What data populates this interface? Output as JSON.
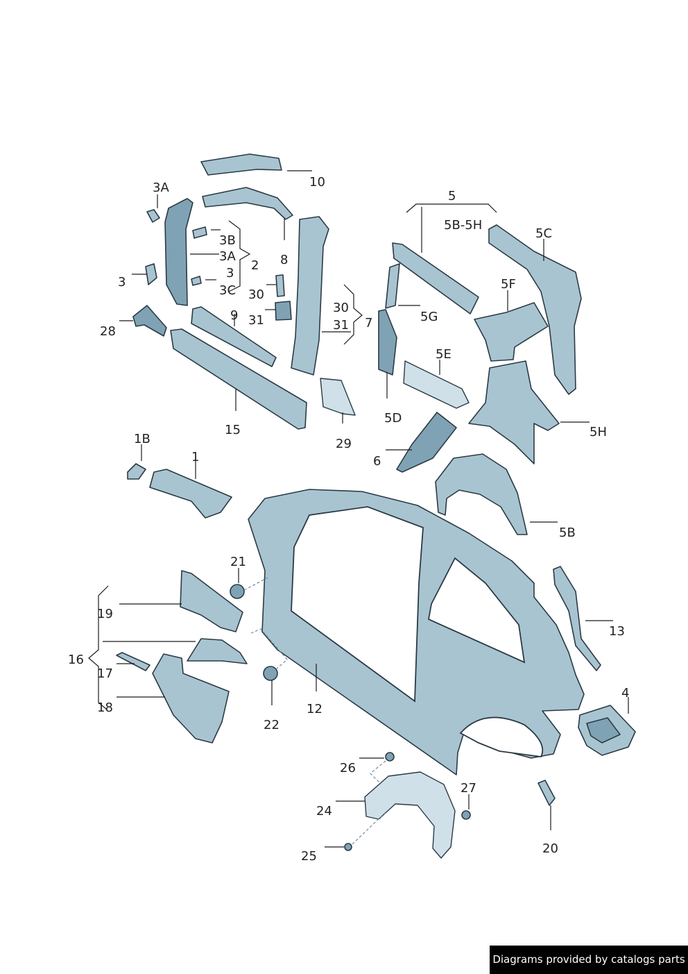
{
  "labels": {
    "l10": "10",
    "l3A_top": "3A",
    "l3B": "3B",
    "l3A_mid": "3A",
    "l2": "2",
    "l3_mid": "3",
    "l8": "8",
    "l3_left": "3",
    "l3C": "3C",
    "l30_left": "30",
    "l9": "9",
    "l31_left": "31",
    "l28": "28",
    "l30_right": "30",
    "l31_right": "31",
    "l7": "7",
    "l15": "15",
    "l29": "29",
    "l5": "5",
    "l5BH": "5B-5H",
    "l5C": "5C",
    "l5F": "5F",
    "l5G": "5G",
    "l5E": "5E",
    "l5D": "5D",
    "l5H": "5H",
    "l6": "6",
    "l1B": "1B",
    "l1": "1",
    "l5B": "5B",
    "l21": "21",
    "l19": "19",
    "l16": "16",
    "l17": "17",
    "l18": "18",
    "l22": "22",
    "l12": "12",
    "l13": "13",
    "l4": "4",
    "l26": "26",
    "l27": "27",
    "l24": "24",
    "l25": "25",
    "l20": "20"
  },
  "footer": {
    "credit": "Diagrams provided by catalogs parts"
  }
}
